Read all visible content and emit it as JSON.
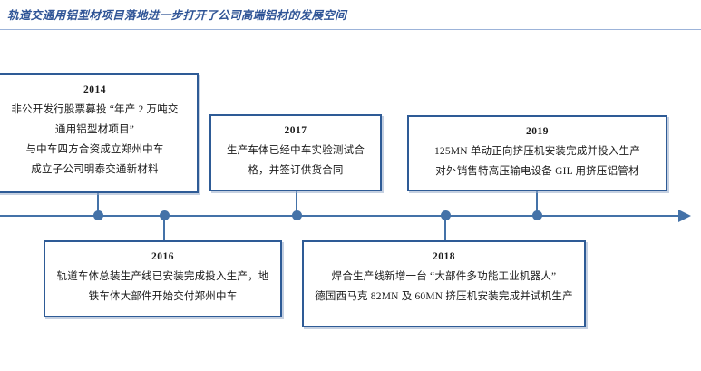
{
  "header": {
    "title": "轨道交通用铝型材项目落地进一步打开了公司高端铝材的发展空间"
  },
  "timeline": {
    "axis_color": "#4472a8",
    "box_border_color": "#2e5b96",
    "title_color": "#2f5496",
    "arrow_icon": "arrow-right-icon",
    "events": [
      {
        "year": "2014",
        "position": "above",
        "lines": [
          "非公开发行股票募投 “年产 2 万吨交",
          "通用铝型材项目”",
          "与中车四方合资成立郑州中车",
          "成立子公司明泰交通新材料"
        ]
      },
      {
        "year": "2016",
        "position": "below",
        "lines": [
          "轨道车体总装生产线已安装完成投入生产，地",
          "铁车体大部件开始交付郑州中车"
        ]
      },
      {
        "year": "2017",
        "position": "above",
        "lines": [
          "生产车体已经中车实验测试合",
          "格，并签订供货合同"
        ]
      },
      {
        "year": "2018",
        "position": "below",
        "lines": [
          "焊合生产线新增一台 “大部件多功能工业机器人”",
          "德国西马克 82MN 及 60MN 挤压机安装完成并试机生产"
        ]
      },
      {
        "year": "2019",
        "position": "above",
        "lines": [
          "125MN 单动正向挤压机安装完成并投入生产",
          "对外销售特高压输电设备 GIL 用挤压铝管材"
        ]
      }
    ]
  }
}
